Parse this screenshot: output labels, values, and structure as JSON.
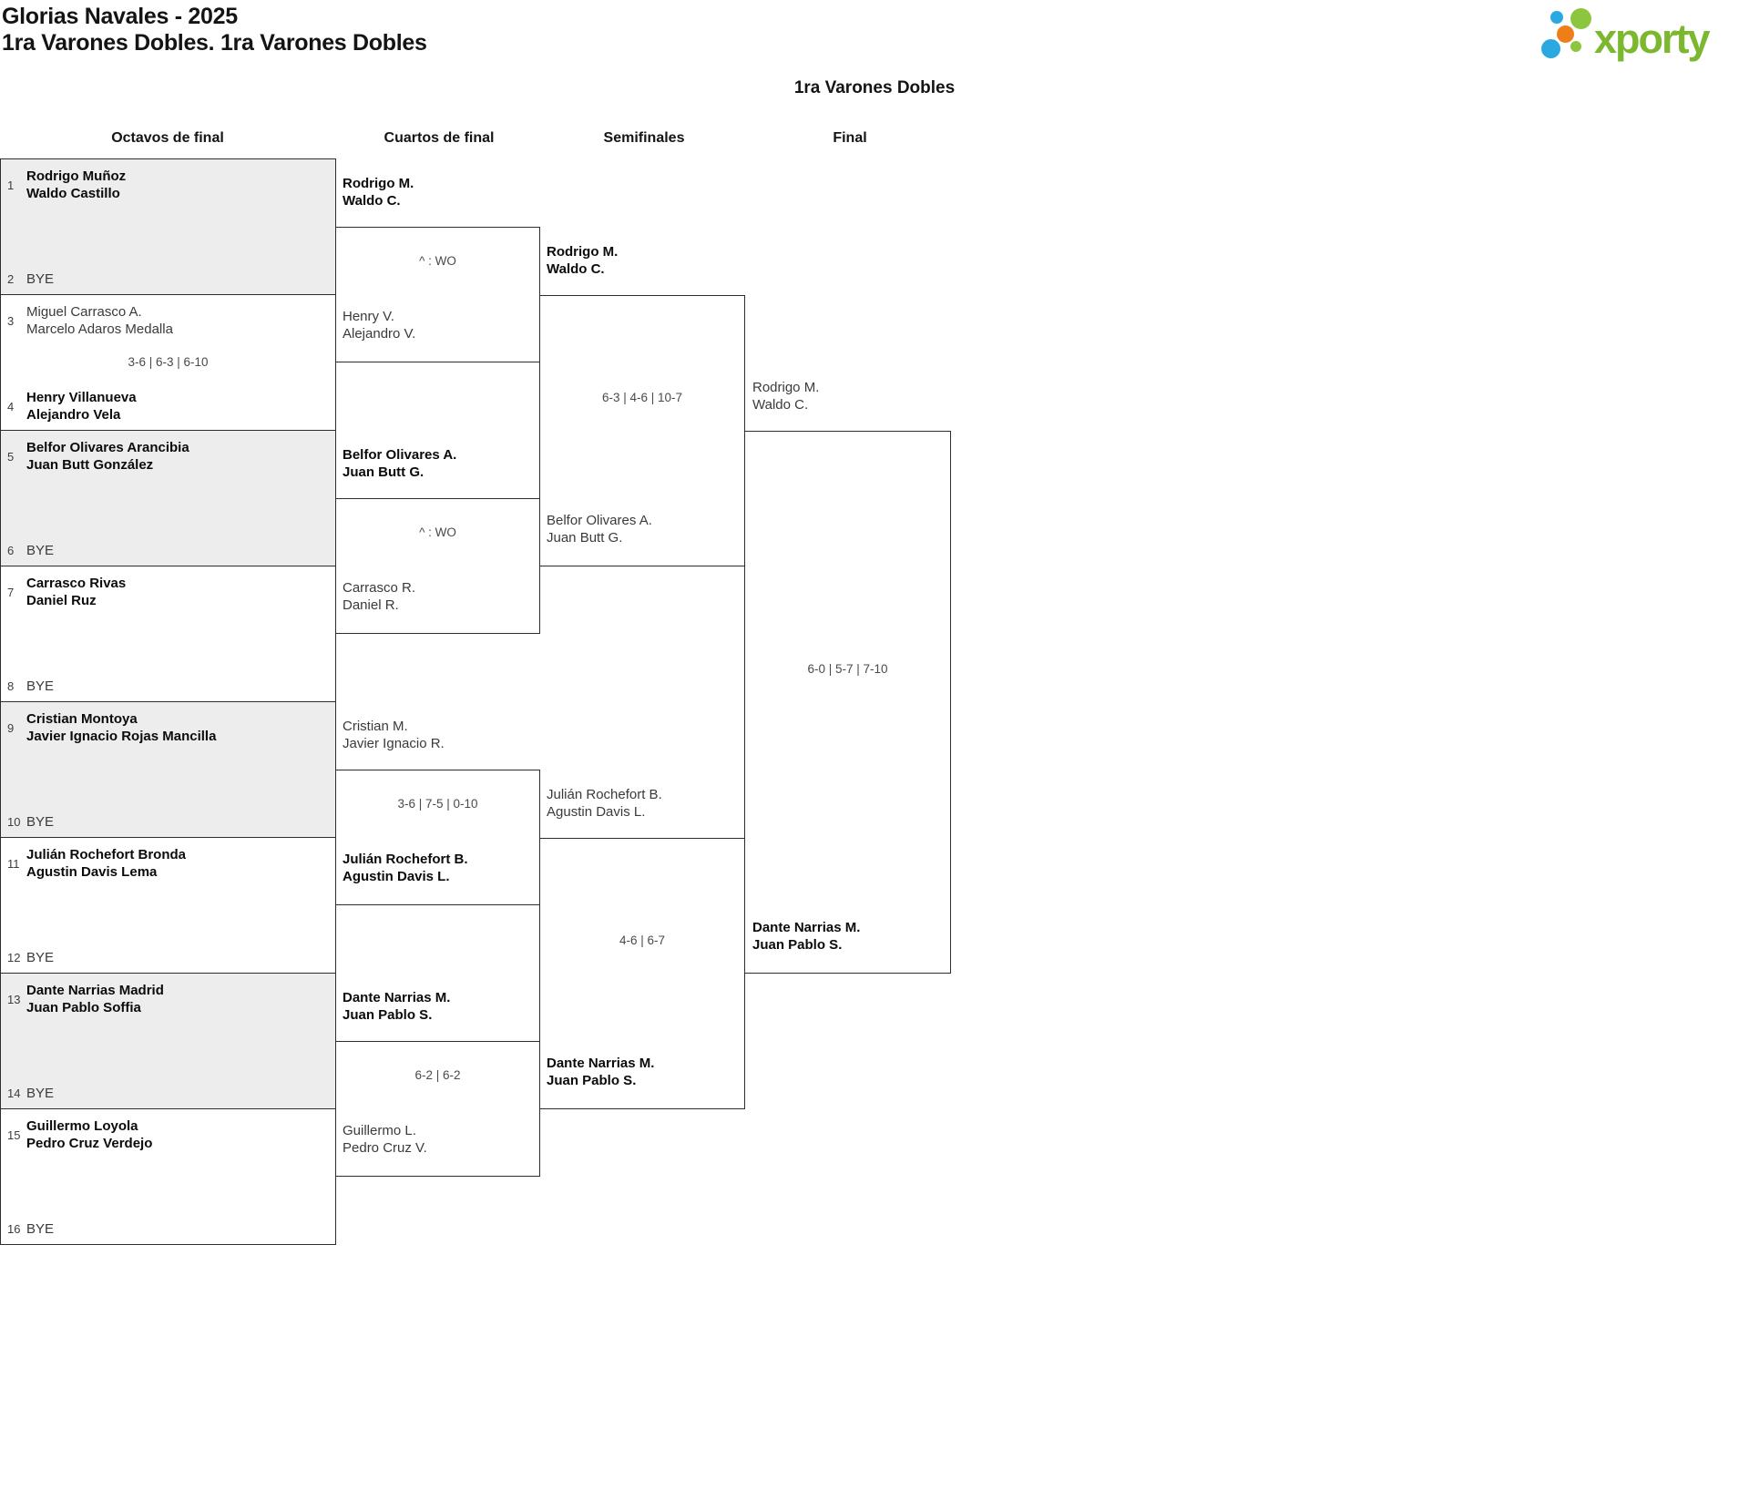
{
  "header": {
    "title_line1": "Glorias Navales - 2025",
    "title_line2": "1ra Varones Dobles. 1ra Varones Dobles",
    "bracket_title": "1ra Varones Dobles",
    "logo_text": "xporty"
  },
  "colors": {
    "logo_green": "#7cb82f",
    "logo_blue": "#2aa9e0",
    "logo_orange": "#ef7d1a",
    "box_gray": "#ededed",
    "line": "#2d2d2d"
  },
  "rounds": [
    "Octavos de final",
    "Cuartos de final",
    "Semifinales",
    "Final"
  ],
  "bracket": {
    "octavos": [
      {
        "score": "",
        "top": {
          "seed": "1",
          "l1": "Rodrigo Muñoz",
          "l2": "Waldo Castillo",
          "winner": true
        },
        "bottom": {
          "seed": "2",
          "l1": "BYE",
          "l2": "",
          "winner": false
        }
      },
      {
        "score": "3-6 | 6-3 | 6-10",
        "top": {
          "seed": "3",
          "l1": "Miguel Carrasco A.",
          "l2": "Marcelo Adaros Medalla",
          "winner": false
        },
        "bottom": {
          "seed": "4",
          "l1": "Henry Villanueva",
          "l2": "Alejandro Vela",
          "winner": true
        }
      },
      {
        "score": "",
        "top": {
          "seed": "5",
          "l1": "Belfor Olivares Arancibia",
          "l2": "Juan Butt González",
          "winner": true
        },
        "bottom": {
          "seed": "6",
          "l1": "BYE",
          "l2": "",
          "winner": false
        }
      },
      {
        "score": "",
        "top": {
          "seed": "7",
          "l1": "Carrasco Rivas",
          "l2": "Daniel Ruz",
          "winner": true
        },
        "bottom": {
          "seed": "8",
          "l1": "BYE",
          "l2": "",
          "winner": false
        }
      },
      {
        "score": "",
        "top": {
          "seed": "9",
          "l1": "Cristian Montoya",
          "l2": "Javier Ignacio Rojas Mancilla",
          "winner": true
        },
        "bottom": {
          "seed": "10",
          "l1": "BYE",
          "l2": "",
          "winner": false
        }
      },
      {
        "score": "",
        "top": {
          "seed": "11",
          "l1": "Julián Rochefort Bronda",
          "l2": "Agustin Davis Lema",
          "winner": true
        },
        "bottom": {
          "seed": "12",
          "l1": "BYE",
          "l2": "",
          "winner": false
        }
      },
      {
        "score": "",
        "top": {
          "seed": "13",
          "l1": "Dante Narrias Madrid",
          "l2": "Juan Pablo Soffia",
          "winner": true
        },
        "bottom": {
          "seed": "14",
          "l1": "BYE",
          "l2": "",
          "winner": false
        }
      },
      {
        "score": "",
        "top": {
          "seed": "15",
          "l1": "Guillermo Loyola",
          "l2": "Pedro Cruz Verdejo",
          "winner": true
        },
        "bottom": {
          "seed": "16",
          "l1": "BYE",
          "l2": "",
          "winner": false
        }
      }
    ],
    "cuartos": [
      {
        "score": "^ : WO",
        "t1": {
          "l1": "Rodrigo M.",
          "l2": "Waldo C.",
          "winner": true
        },
        "t2": {
          "l1": "Henry V.",
          "l2": "Alejandro V.",
          "winner": false
        }
      },
      {
        "score": "^ : WO",
        "t1": {
          "l1": "Belfor Olivares A.",
          "l2": "Juan Butt G.",
          "winner": true
        },
        "t2": {
          "l1": "Carrasco R.",
          "l2": "Daniel R.",
          "winner": false
        }
      },
      {
        "score": "3-6 | 7-5 | 0-10",
        "t1": {
          "l1": "Cristian M.",
          "l2": "Javier Ignacio R.",
          "winner": false
        },
        "t2": {
          "l1": "Julián Rochefort B.",
          "l2": "Agustin Davis L.",
          "winner": true
        }
      },
      {
        "score": "6-2 | 6-2",
        "t1": {
          "l1": "Dante Narrias M.",
          "l2": "Juan Pablo S.",
          "winner": true
        },
        "t2": {
          "l1": "Guillermo L.",
          "l2": "Pedro Cruz V.",
          "winner": false
        }
      }
    ],
    "semifinales": [
      {
        "score": "6-3 | 4-6 | 10-7",
        "t1": {
          "l1": "Rodrigo M.",
          "l2": "Waldo C.",
          "winner": true
        },
        "t2": {
          "l1": "Belfor Olivares A.",
          "l2": "Juan Butt G.",
          "winner": false
        }
      },
      {
        "score": "4-6 | 6-7",
        "t1": {
          "l1": "Julián Rochefort B.",
          "l2": "Agustin Davis L.",
          "winner": false
        },
        "t2": {
          "l1": "Dante Narrias M.",
          "l2": "Juan Pablo S.",
          "winner": true
        }
      }
    ],
    "final": [
      {
        "score": "6-0 | 5-7 | 7-10",
        "t1": {
          "l1": "Rodrigo M.",
          "l2": "Waldo C.",
          "winner": false
        },
        "t2": {
          "l1": "Dante Narrias M.",
          "l2": "Juan Pablo S.",
          "winner": true
        }
      }
    ]
  }
}
